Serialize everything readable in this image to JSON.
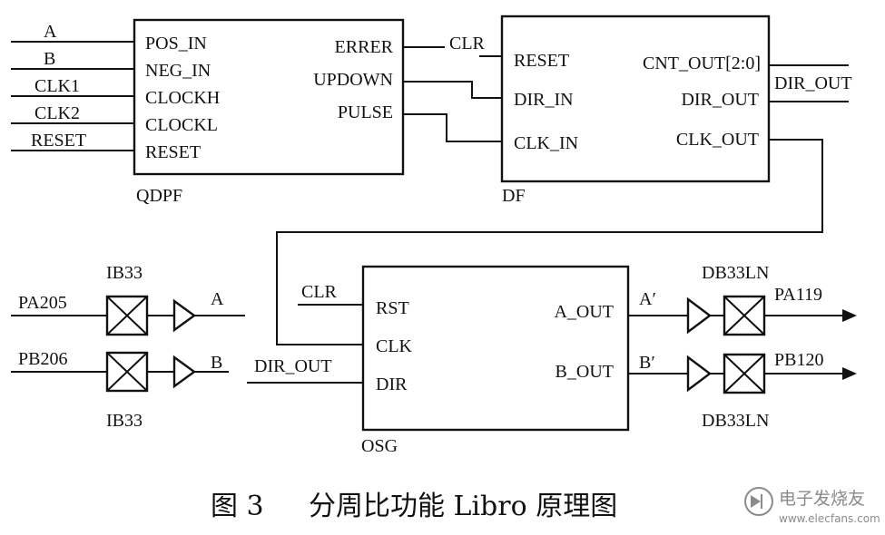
{
  "diagram": {
    "qdpf": {
      "name": "QDPF",
      "ports_in": [
        "POS_IN",
        "NEG_IN",
        "CLOCKH",
        "CLOCKL",
        "RESET"
      ],
      "ports_out": [
        "ERRER",
        "UPDOWN",
        "PULSE"
      ],
      "signals_in": [
        "A",
        "B",
        "CLK1",
        "CLK2",
        "RESET"
      ]
    },
    "df": {
      "name": "DF",
      "ports_in": [
        "RESET",
        "DIR_IN",
        "CLK_IN"
      ],
      "ports_out": [
        "CNT_OUT[2:0]",
        "DIR_OUT",
        "CLK_OUT"
      ],
      "clr_signal": "CLR",
      "dir_out_signal": "DIR_OUT"
    },
    "osg": {
      "name": "OSG",
      "ports_in": [
        "RST",
        "CLK",
        "DIR"
      ],
      "ports_out": [
        "A_OUT",
        "B_OUT"
      ],
      "clr_signal": "CLR",
      "dir_signal": "DIR_OUT",
      "out_signals": [
        "A′",
        "B′"
      ]
    },
    "input_buffers": {
      "label_top": "IB33",
      "label_bottom": "IB33",
      "pins": [
        "PA205",
        "PB206"
      ],
      "signals": [
        "A",
        "B"
      ]
    },
    "output_buffers": {
      "label_top": "DB33LN",
      "label_bottom": "DB33LN",
      "pins": [
        "PA119",
        "PB120"
      ]
    }
  },
  "caption": {
    "figure": "图 3",
    "title": "分周比功能 Libro 原理图"
  },
  "watermark": {
    "brand": "电子发烧友",
    "url": "www.elecfans.com"
  }
}
